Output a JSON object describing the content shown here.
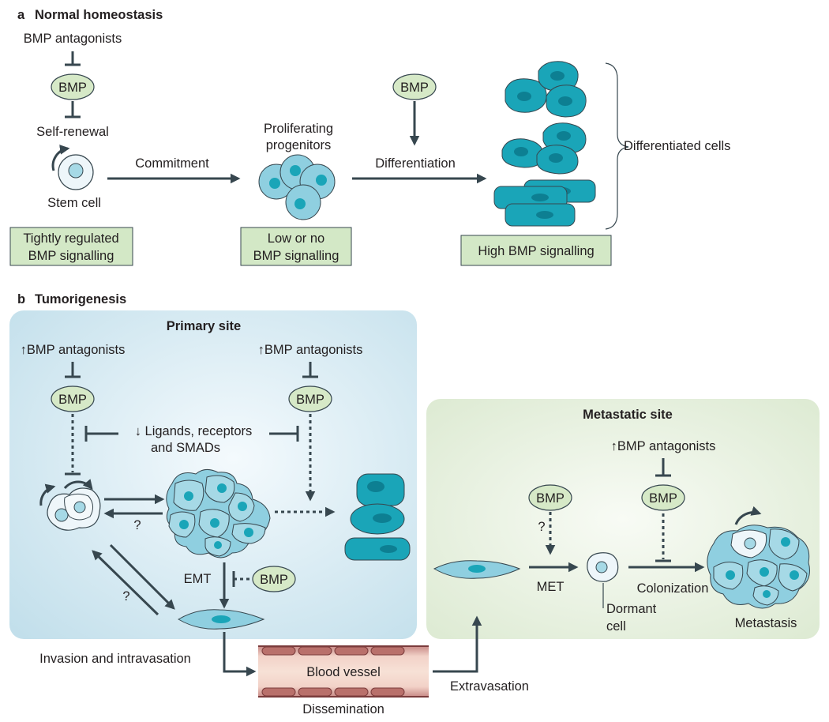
{
  "panel_a": {
    "letter": "a",
    "title": "Normal homeostasis",
    "bmp_antagonists": "BMP antagonists",
    "bmp": "BMP",
    "self_renewal": "Self-renewal",
    "stem_cell": "Stem cell",
    "commitment": "Commitment",
    "progenitors_line1": "Proliferating",
    "progenitors_line2": "progenitors",
    "differentiation": "Differentiation",
    "differentiated_cells": "Differentiated cells",
    "box_tight_line1": "Tightly regulated",
    "box_tight_line2": "BMP signalling",
    "box_low_line1": "Low or no",
    "box_low_line2": "BMP signalling",
    "box_high": "High BMP signalling"
  },
  "panel_b": {
    "letter": "b",
    "title": "Tumorigenesis",
    "primary_site": "Primary site",
    "up_antagonists": "↑BMP antagonists",
    "bmp": "BMP",
    "down_line1": "↓ Ligands, receptors",
    "down_line2": "and SMADs",
    "question": "?",
    "emt": "EMT",
    "invasion": "Invasion and intravasation",
    "blood_vessel": "Blood vessel",
    "dissemination": "Dissemination",
    "extravasation": "Extravasation",
    "metastatic_site": "Metastatic site",
    "met": "MET",
    "dormant_line1": "Dormant",
    "dormant_line2": "cell",
    "colonization": "Colonization",
    "metastasis": "Metastasis"
  },
  "colors": {
    "bmp_fill": "#d6e9c7",
    "box_fill": "#d3e8c6",
    "primary_bg": "#d5e9f1",
    "metastatic_bg": "#e6f0de",
    "cell_teal": "#1aa5b8",
    "cell_light": "#a6d9e6",
    "arrow": "#37474f"
  }
}
